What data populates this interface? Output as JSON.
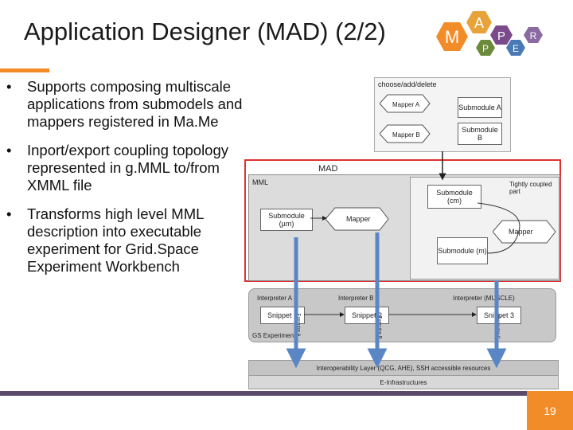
{
  "slide": {
    "title": "Application Designer (MAD) (2/2)",
    "page_number": "19",
    "bullets": [
      "Supports composing multiscale applications from submodels and mappers registered in Ma.Me",
      "Inport/export coupling topology represented in g.MML to/from XMML file",
      "Transforms high level MML description into executable experiment for Grid.Space Experiment Workbench"
    ],
    "bullet_char": "•"
  },
  "logo": {
    "letters": [
      "M",
      "A",
      "P",
      "P",
      "E",
      "R"
    ],
    "colors": [
      "#f28c28",
      "#e8a23a",
      "#7a4a8a",
      "#6b8a3a",
      "#4a7ab5",
      "#8a6aa0"
    ]
  },
  "figure": {
    "palette": {
      "title": "choose/add/delete",
      "mapper_a": "Mapper A",
      "mapper_b": "Mapper B",
      "submodule_a": "Submodule A",
      "submodule_b": "Submodule B"
    },
    "mad_label": "MAD",
    "mml": {
      "label": "MML",
      "submodule_cm": "Submodule (cm)",
      "tightly_coupled": "Tightly coupled part",
      "submodule_um": "Submodule (µm)",
      "mapper_left": "Mapper",
      "mapper_right": "Mapper",
      "submodule_m": "Submodule (m)"
    },
    "experiment": {
      "interpreter_a": "Interpreter A",
      "interpreter_b": "Interpreter B",
      "interpreter_muscle": "Interpreter (MUSCLE)",
      "snippet_1": "Snippet 1",
      "snippet_2": "Snippet 2",
      "snippet_3": "Snippet 3",
      "executor_a": "Executor A",
      "executor_b": "Executor B",
      "executor_c": "Executor C",
      "gs_experiment": "GS Experiment"
    },
    "interop_layer": "Interoperability Layer (QCG, AHE), SSH accessible resources",
    "infrastructures": "E-Infrastructures"
  },
  "colors": {
    "accent": "#f28c28",
    "footer": "#5b4a6b",
    "highlight_border": "#e03030",
    "arrow_blue": "#5a86c5"
  }
}
